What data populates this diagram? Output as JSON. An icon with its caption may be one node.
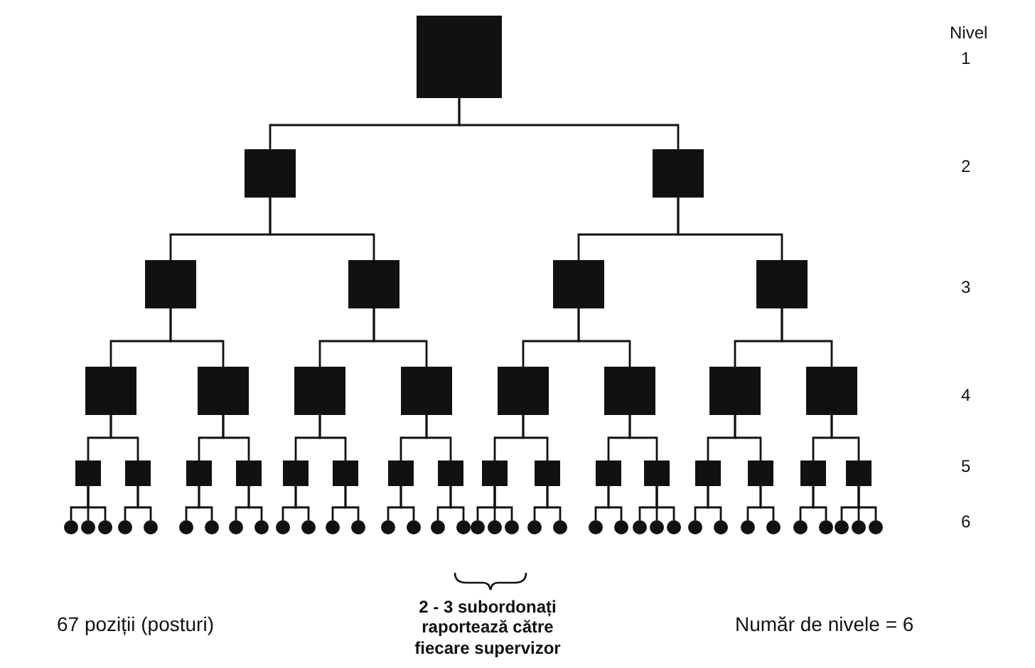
{
  "diagram": {
    "nodes": [
      {
        "text": [],
        "shape": "box"
      },
      {
        "text": [],
        "shape": "box"
      },
      {
        "text": [],
        "shape": "box"
      },
      {
        "text": [],
        "shape": "box"
      },
      {
        "text": [],
        "shape": "box"
      },
      {
        "text": [],
        "shape": "box"
      },
      {
        "text": [],
        "shape": "box"
      },
      {
        "text": [],
        "shape": "box"
      },
      {
        "text": [],
        "shape": "box"
      },
      {
        "text": [],
        "shape": "box"
      },
      {
        "text": [],
        "shape": "box"
      },
      {
        "text": [],
        "shape": "box"
      },
      {
        "text": [],
        "shape": "box"
      },
      {
        "text": [],
        "shape": "box"
      },
      {
        "text": [],
        "shape": "box"
      },
      {
        "text": [],
        "shape": "box"
      },
      {
        "text": [],
        "shape": "box"
      },
      {
        "text": [],
        "shape": "box"
      },
      {
        "text": [],
        "shape": "box"
      },
      {
        "text": [],
        "shape": "box"
      },
      {
        "text": [],
        "shape": "box"
      },
      {
        "text": [],
        "shape": "box"
      },
      {
        "text": [],
        "shape": "box"
      },
      {
        "text": [],
        "shape": "box"
      },
      {
        "text": [],
        "shape": "box"
      },
      {
        "text": [],
        "shape": "box"
      },
      {
        "text": [],
        "shape": "box"
      },
      {
        "text": [],
        "shape": "box"
      },
      {
        "text": [],
        "shape": "box"
      },
      {
        "text": [],
        "shape": "box"
      },
      {
        "text": [],
        "shape": "box"
      },
      {
        "text": [],
        "shape": "circle"
      },
      {
        "text": [],
        "shape": "circle"
      },
      {
        "text": [],
        "shape": "circle"
      },
      {
        "text": [],
        "shape": "circle"
      },
      {
        "text": [],
        "shape": "circle"
      },
      {
        "text": [],
        "shape": "circle"
      },
      {
        "text": [],
        "shape": "circle"
      },
      {
        "text": [],
        "shape": "circle"
      },
      {
        "text": [],
        "shape": "circle"
      },
      {
        "text": [],
        "shape": "circle"
      },
      {
        "text": [],
        "shape": "circle"
      },
      {
        "text": [],
        "shape": "circle"
      },
      {
        "text": [],
        "shape": "circle"
      },
      {
        "text": [],
        "shape": "circle"
      },
      {
        "text": [],
        "shape": "circle"
      },
      {
        "text": [],
        "shape": "circle"
      },
      {
        "text": [],
        "shape": "circle"
      },
      {
        "text": [],
        "shape": "circle"
      },
      {
        "text": [],
        "shape": "circle"
      },
      {
        "text": [],
        "shape": "circle"
      },
      {
        "text": [],
        "shape": "circle"
      },
      {
        "text": [],
        "shape": "circle"
      },
      {
        "text": [],
        "shape": "circle"
      },
      {
        "text": [],
        "shape": "circle"
      },
      {
        "text": [],
        "shape": "circle"
      },
      {
        "text": [],
        "shape": "circle"
      },
      {
        "text": [],
        "shape": "circle"
      },
      {
        "text": [],
        "shape": "circle"
      },
      {
        "text": [],
        "shape": "circle"
      },
      {
        "text": [],
        "shape": "circle"
      },
      {
        "text": [],
        "shape": "circle"
      },
      {
        "text": [],
        "shape": "circle"
      },
      {
        "text": [],
        "shape": "circle"
      },
      {
        "text": [],
        "shape": "circle"
      },
      {
        "text": [],
        "shape": "circle"
      },
      {
        "text": [],
        "shape": "circle"
      }
    ],
    "edges": [
      {
        "from": 0,
        "to": 1,
        "arrow": "none"
      },
      {
        "from": 0,
        "to": 2,
        "arrow": "none"
      },
      {
        "from": 1,
        "to": 3,
        "arrow": "none"
      },
      {
        "from": 1,
        "to": 4,
        "arrow": "none"
      },
      {
        "from": 2,
        "to": 5,
        "arrow": "none"
      },
      {
        "from": 2,
        "to": 6,
        "arrow": "none"
      },
      {
        "from": 3,
        "to": 7,
        "arrow": "none"
      },
      {
        "from": 3,
        "to": 8,
        "arrow": "none"
      },
      {
        "from": 4,
        "to": 9,
        "arrow": "none"
      },
      {
        "from": 4,
        "to": 10,
        "arrow": "none"
      },
      {
        "from": 5,
        "to": 11,
        "arrow": "none"
      },
      {
        "from": 5,
        "to": 12,
        "arrow": "none"
      },
      {
        "from": 6,
        "to": 13,
        "arrow": "none"
      },
      {
        "from": 6,
        "to": 14,
        "arrow": "none"
      },
      {
        "from": 7,
        "to": 15,
        "arrow": "none"
      },
      {
        "from": 7,
        "to": 16,
        "arrow": "none"
      },
      {
        "from": 8,
        "to": 17,
        "arrow": "none"
      },
      {
        "from": 8,
        "to": 18,
        "arrow": "none"
      },
      {
        "from": 9,
        "to": 19,
        "arrow": "none"
      },
      {
        "from": 9,
        "to": 20,
        "arrow": "none"
      },
      {
        "from": 10,
        "to": 21,
        "arrow": "none"
      },
      {
        "from": 10,
        "to": 22,
        "arrow": "none"
      },
      {
        "from": 11,
        "to": 23,
        "arrow": "none"
      },
      {
        "from": 11,
        "to": 24,
        "arrow": "none"
      },
      {
        "from": 12,
        "to": 25,
        "arrow": "none"
      },
      {
        "from": 12,
        "to": 26,
        "arrow": "none"
      },
      {
        "from": 13,
        "to": 27,
        "arrow": "none"
      },
      {
        "from": 13,
        "to": 28,
        "arrow": "none"
      },
      {
        "from": 14,
        "to": 29,
        "arrow": "none"
      },
      {
        "from": 14,
        "to": 30,
        "arrow": "none"
      },
      {
        "from": 15,
        "to": 31,
        "arrow": "none"
      },
      {
        "from": 15,
        "to": 32,
        "arrow": "none"
      },
      {
        "from": 15,
        "to": 33,
        "arrow": "none"
      },
      {
        "from": 16,
        "to": 34,
        "arrow": "none"
      },
      {
        "from": 16,
        "to": 35,
        "arrow": "none"
      },
      {
        "from": 17,
        "to": 36,
        "arrow": "none"
      },
      {
        "from": 17,
        "to": 37,
        "arrow": "none"
      },
      {
        "from": 18,
        "to": 38,
        "arrow": "none"
      },
      {
        "from": 18,
        "to": 39,
        "arrow": "none"
      },
      {
        "from": 19,
        "to": 40,
        "arrow": "none"
      },
      {
        "from": 19,
        "to": 41,
        "arrow": "none"
      },
      {
        "from": 20,
        "to": 42,
        "arrow": "none"
      },
      {
        "from": 20,
        "to": 43,
        "arrow": "none"
      },
      {
        "from": 21,
        "to": 44,
        "arrow": "none"
      },
      {
        "from": 21,
        "to": 45,
        "arrow": "none"
      },
      {
        "from": 22,
        "to": 46,
        "arrow": "none"
      },
      {
        "from": 22,
        "to": 47,
        "arrow": "none"
      },
      {
        "from": 23,
        "to": 48,
        "arrow": "none"
      },
      {
        "from": 23,
        "to": 49,
        "arrow": "none"
      },
      {
        "from": 23,
        "to": 50,
        "arrow": "none"
      },
      {
        "from": 24,
        "to": 51,
        "arrow": "none"
      },
      {
        "from": 24,
        "to": 52,
        "arrow": "none"
      },
      {
        "from": 25,
        "to": 53,
        "arrow": "none"
      },
      {
        "from": 25,
        "to": 54,
        "arrow": "none"
      },
      {
        "from": 26,
        "to": 55,
        "arrow": "none"
      },
      {
        "from": 26,
        "to": 56,
        "arrow": "none"
      },
      {
        "from": 26,
        "to": 57,
        "arrow": "none"
      },
      {
        "from": 27,
        "to": 58,
        "arrow": "none"
      },
      {
        "from": 27,
        "to": 59,
        "arrow": "none"
      },
      {
        "from": 28,
        "to": 60,
        "arrow": "none"
      },
      {
        "from": 28,
        "to": 61,
        "arrow": "none"
      },
      {
        "from": 29,
        "to": 62,
        "arrow": "none"
      },
      {
        "from": 29,
        "to": 63,
        "arrow": "none"
      },
      {
        "from": 30,
        "to": 64,
        "arrow": "none"
      },
      {
        "from": 30,
        "to": 65,
        "arrow": "none"
      },
      {
        "from": 30,
        "to": 66,
        "arrow": "none"
      }
    ],
    "labels": [
      "Nivel",
      "1",
      "2",
      "3",
      "4",
      "5",
      "6",
      "67 poziții (posturi)",
      "2 - 3 subordonați raportează către fiecare supervizor",
      "Număr de nivele = 6"
    ]
  }
}
